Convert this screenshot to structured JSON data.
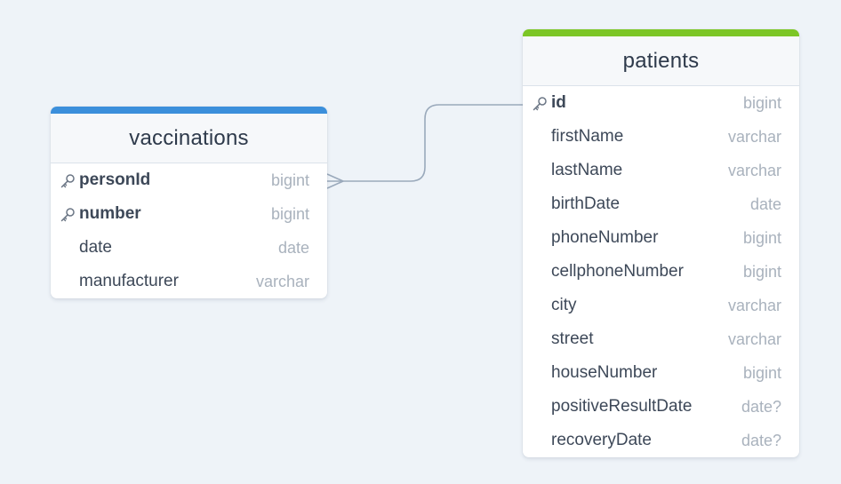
{
  "colors": {
    "background": "#eef3f8",
    "vaccinations_accent": "#3b8fdb",
    "patients_accent": "#7cc625",
    "connector": "#9aa9bb"
  },
  "relationship": {
    "type": "many-to-one",
    "from": "vaccinations.personId",
    "to": "patients.id"
  },
  "vaccinations": {
    "title": "vaccinations",
    "columns": [
      {
        "name": "personId",
        "type": "bigint",
        "primary_key": true
      },
      {
        "name": "number",
        "type": "bigint",
        "primary_key": true
      },
      {
        "name": "date",
        "type": "date",
        "primary_key": false
      },
      {
        "name": "manufacturer",
        "type": "varchar",
        "primary_key": false
      }
    ]
  },
  "patients": {
    "title": "patients",
    "columns": [
      {
        "name": "id",
        "type": "bigint",
        "primary_key": true
      },
      {
        "name": "firstName",
        "type": "varchar",
        "primary_key": false
      },
      {
        "name": "lastName",
        "type": "varchar",
        "primary_key": false
      },
      {
        "name": "birthDate",
        "type": "date",
        "primary_key": false
      },
      {
        "name": "phoneNumber",
        "type": "bigint",
        "primary_key": false
      },
      {
        "name": "cellphoneNumber",
        "type": "bigint",
        "primary_key": false
      },
      {
        "name": "city",
        "type": "varchar",
        "primary_key": false
      },
      {
        "name": "street",
        "type": "varchar",
        "primary_key": false
      },
      {
        "name": "houseNumber",
        "type": "bigint",
        "primary_key": false
      },
      {
        "name": "positiveResultDate",
        "type": "date?",
        "primary_key": false
      },
      {
        "name": "recoveryDate",
        "type": "date?",
        "primary_key": false
      }
    ]
  }
}
